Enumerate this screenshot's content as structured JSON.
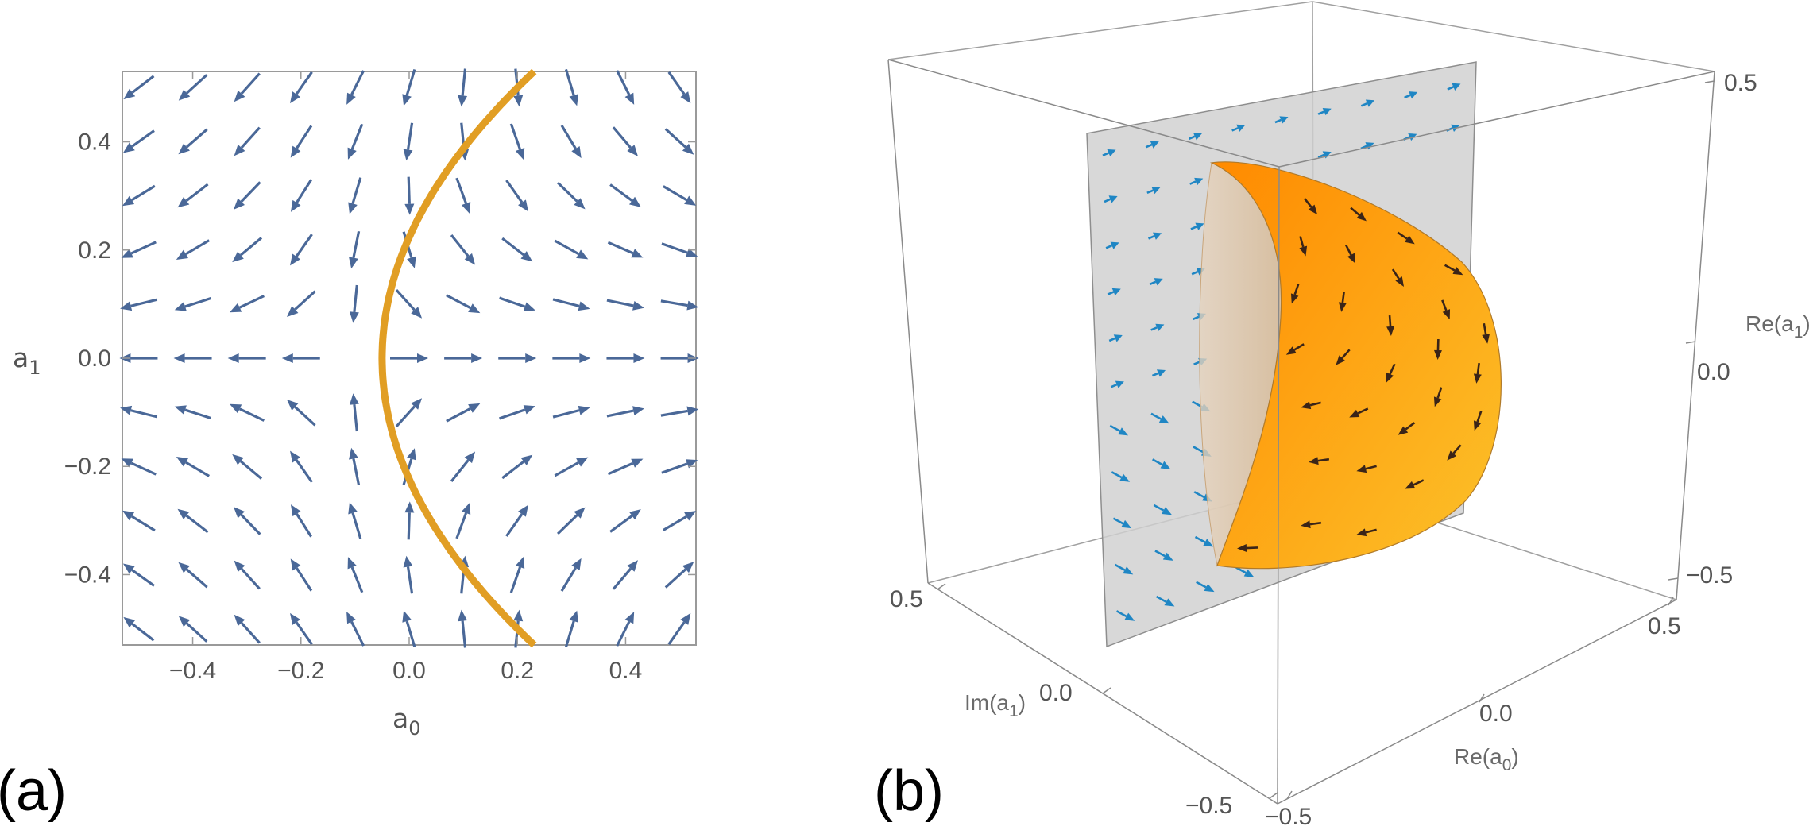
{
  "panels": {
    "a": {
      "label": "(a)"
    },
    "b": {
      "label": "(b)"
    }
  },
  "colors": {
    "arrow": "#4a6898",
    "curve": "#e19e24",
    "frame": "#9a9a9a",
    "tick_text": "#555555",
    "plane": "#c8c8c8",
    "surface_light": "#fcc22a",
    "surface_dark": "#ff8a00",
    "arrow3d_blue": "#1f86c4",
    "arrow3d_dark": "#3a2418"
  },
  "chart_data": [
    {
      "type": "vector_field",
      "panel": "(a)",
      "title": "",
      "xlabel": "a",
      "xlabel_sub": "0",
      "ylabel": "a",
      "ylabel_sub": "1",
      "xlim": [
        -0.53,
        0.53
      ],
      "ylim": [
        -0.53,
        0.53
      ],
      "xticks": [
        -0.4,
        -0.2,
        0.0,
        0.2,
        0.4
      ],
      "xtick_labels": [
        "−0.4",
        "−0.2",
        "0.0",
        "0.2",
        "0.4"
      ],
      "yticks": [
        -0.4,
        -0.2,
        0.0,
        0.2,
        0.4
      ],
      "ytick_labels": [
        "−0.4",
        "−0.2",
        "0.0",
        "0.2",
        "0.4"
      ],
      "grid": false,
      "field": {
        "grid_x": [
          -0.5,
          -0.4,
          -0.3,
          -0.2,
          -0.1,
          0.0,
          0.1,
          0.2,
          0.3,
          0.4,
          0.5
        ],
        "grid_y": [
          -0.5,
          -0.4,
          -0.3,
          -0.2,
          -0.1,
          0.0,
          0.1,
          0.2,
          0.3,
          0.4,
          0.5
        ],
        "direction_field": "(a0 - a1^2 + 0.1, -a1)"
      },
      "curve": {
        "equation": "a0 = a1^2 - 0.05",
        "color": "#e19e24"
      }
    },
    {
      "type": "vector_field_3d",
      "panel": "(b)",
      "title": "",
      "axes": {
        "x": {
          "label": "Re(a",
          "label_sub": "0",
          "label_end": ")",
          "ticks": [
            "−0.5",
            "0.0",
            "0.5"
          ]
        },
        "y": {
          "label": "Im(a",
          "label_sub": "1",
          "label_end": ")",
          "ticks": [
            "−0.5",
            "0.0",
            "0.5"
          ]
        },
        "z": {
          "label": "Re(a",
          "label_sub": "1",
          "label_end": ")",
          "ticks": [
            "−0.5",
            "0.0",
            "0.5"
          ]
        }
      },
      "xlim": [
        -0.5,
        0.5
      ],
      "ylim": [
        -0.5,
        0.5
      ],
      "zlim": [
        -0.5,
        0.5
      ],
      "elements": [
        "gray plane Im(a1)=0",
        "orange half-dome surface",
        "3D arrows on plane and surface"
      ]
    }
  ]
}
